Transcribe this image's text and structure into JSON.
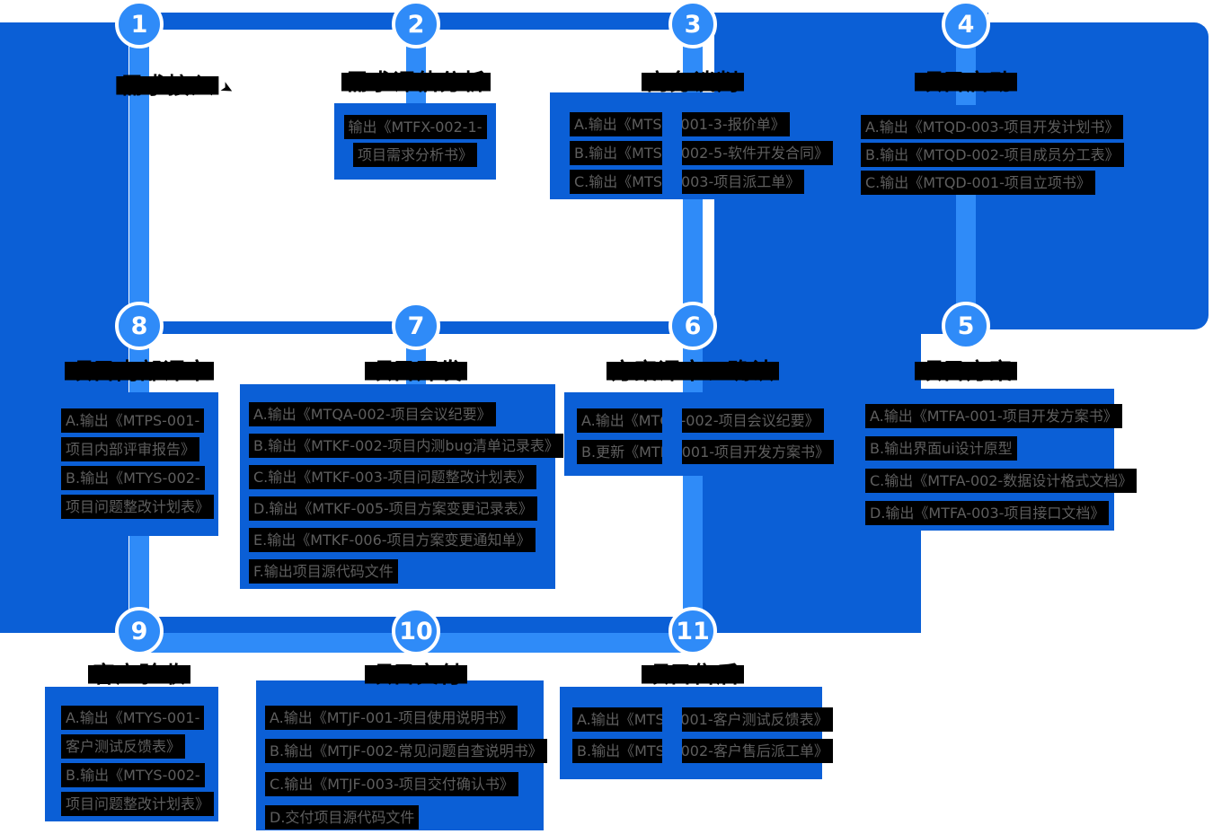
{
  "palette": {
    "light_blue": "#2F8BF8",
    "dark_blue": "#0B5FD6",
    "row_background": "#000000",
    "row_text": "#5E5E5E",
    "title_text": "#000000",
    "circle_text": "#FFFFFF"
  },
  "icons": {
    "cursor_glyph": "➤"
  },
  "steps": [
    {
      "num": "1",
      "title": "需求接入",
      "items": []
    },
    {
      "num": "2",
      "title": "需求评估分析",
      "items": [
        "输出《MTFX-002-1-",
        "项目需求分析书》"
      ]
    },
    {
      "num": "3",
      "title": "商务谈判",
      "items": [
        "A.输出《MTSW-001-3-报价单》",
        "B.输出《MTSW-002-5-软件开发合同》",
        "C.输出《MTSW-003-项目派工单》"
      ]
    },
    {
      "num": "4",
      "title": "项目启动",
      "items": [
        "A.输出《MTQD-003-项目开发计划书》",
        "B.输出《MTQD-002-项目成员分工表》",
        "C.输出《MTQD-001-项目立项书》"
      ]
    },
    {
      "num": "5",
      "title": "项目方案",
      "items": [
        "A.输出《MTFA-001-项目开发方案书》",
        "B.输出界面ui设计原型",
        "C.输出《MTFA-002-数据设计格式文档》",
        "D.输出《MTFA-003-项目接口文档》"
      ]
    },
    {
      "num": "6",
      "title": "方案评审、确认",
      "items": [
        "A.输出《MTQA-002-项目会议纪要》",
        "B.更新《MTFA-001-项目开发方案书》"
      ]
    },
    {
      "num": "7",
      "title": "项目开发",
      "items": [
        "A.输出《MTQA-002-项目会议纪要》",
        "B.输出《MTKF-002-项目内测bug清单记录表》",
        "C.输出《MTKF-003-项目问题整改计划表》",
        "D.输出《MTKF-005-项目方案变更记录表》",
        "E.输出《MTKF-006-项目方案变更通知单》",
        "F.输出项目源代码文件"
      ]
    },
    {
      "num": "8",
      "title": "项目内部评审",
      "items": [
        "A.输出《MTPS-001-",
        "项目内部评审报告》",
        "B.输出《MTYS-002-",
        "项目问题整改计划表》"
      ]
    },
    {
      "num": "9",
      "title": "客户验收",
      "items": [
        "A.输出《MTYS-001-",
        "客户测试反馈表》",
        "B.输出《MTYS-002-",
        "项目问题整改计划表》"
      ]
    },
    {
      "num": "10",
      "title": "项目交付",
      "items": [
        "A.输出《MTJF-001-项目使用说明书》",
        "B.输出《MTJF-002-常见问题自查说明书》",
        "C.输出《MTJF-003-项目交付确认书》",
        "D.交付项目源代码文件"
      ]
    },
    {
      "num": "11",
      "title": "项目售后",
      "items": [
        "A.输出《MTSH-001-客户测试反馈表》",
        "B.输出《MTSH-002-客户售后派工单》"
      ]
    }
  ]
}
